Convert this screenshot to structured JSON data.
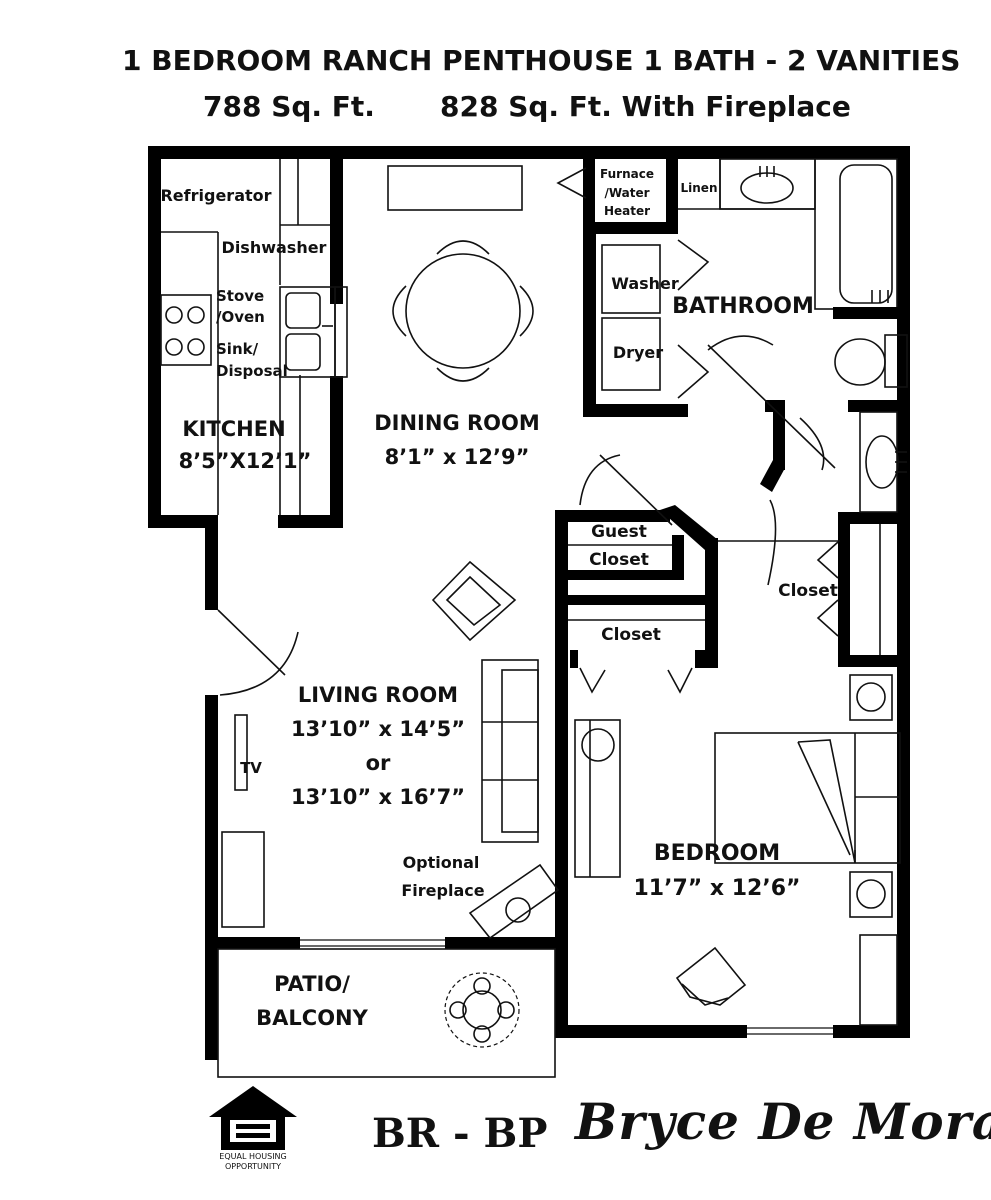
{
  "header": {
    "title": "1 BEDROOM RANCH PENTHOUSE 1 BATH - 2 VANITIES",
    "sqft": "788 Sq. Ft.",
    "sqft_fireplace": "828 Sq. Ft. With Fireplace"
  },
  "rooms": {
    "kitchen": {
      "name": "KITCHEN",
      "dims": "8’5”X12’1”"
    },
    "dining": {
      "name": "DINING ROOM",
      "dims": "8’1” x 12’9”"
    },
    "living": {
      "name": "LIVING ROOM",
      "dims": "13’10” x 14’5”",
      "or": "or",
      "dims_alt": "13’10” x 16’7”"
    },
    "bathroom": {
      "name": "BATHROOM"
    },
    "bedroom": {
      "name": "BEDROOM",
      "dims": "11’7” x 12’6”"
    },
    "patio": {
      "line1": "PATIO/",
      "line2": "BALCONY"
    }
  },
  "fixtures": {
    "refrigerator": "Refrigerator",
    "dishwasher": "Dishwasher",
    "stove_1": "Stove",
    "stove_2": "/Oven",
    "sink_1": "Sink/",
    "sink_2": "Disposal",
    "furnace_1": "Furnace",
    "furnace_2": "/Water",
    "furnace_3": "Heater",
    "linen": "Linen",
    "washer": "Washer",
    "dryer": "Dryer",
    "guest_closet_1": "Guest",
    "guest_closet_2": "Closet",
    "closet_bath": "Closet",
    "closet_bedroom": "Closet",
    "tv": "TV",
    "fireplace_1": "Optional",
    "fireplace_2": "Fireplace"
  },
  "footer": {
    "eho_line1": "EQUAL HOUSING",
    "eho_line2": "OPPORTUNITY",
    "unit_code": "BR - BP",
    "brand": "Bryce De Moray"
  }
}
